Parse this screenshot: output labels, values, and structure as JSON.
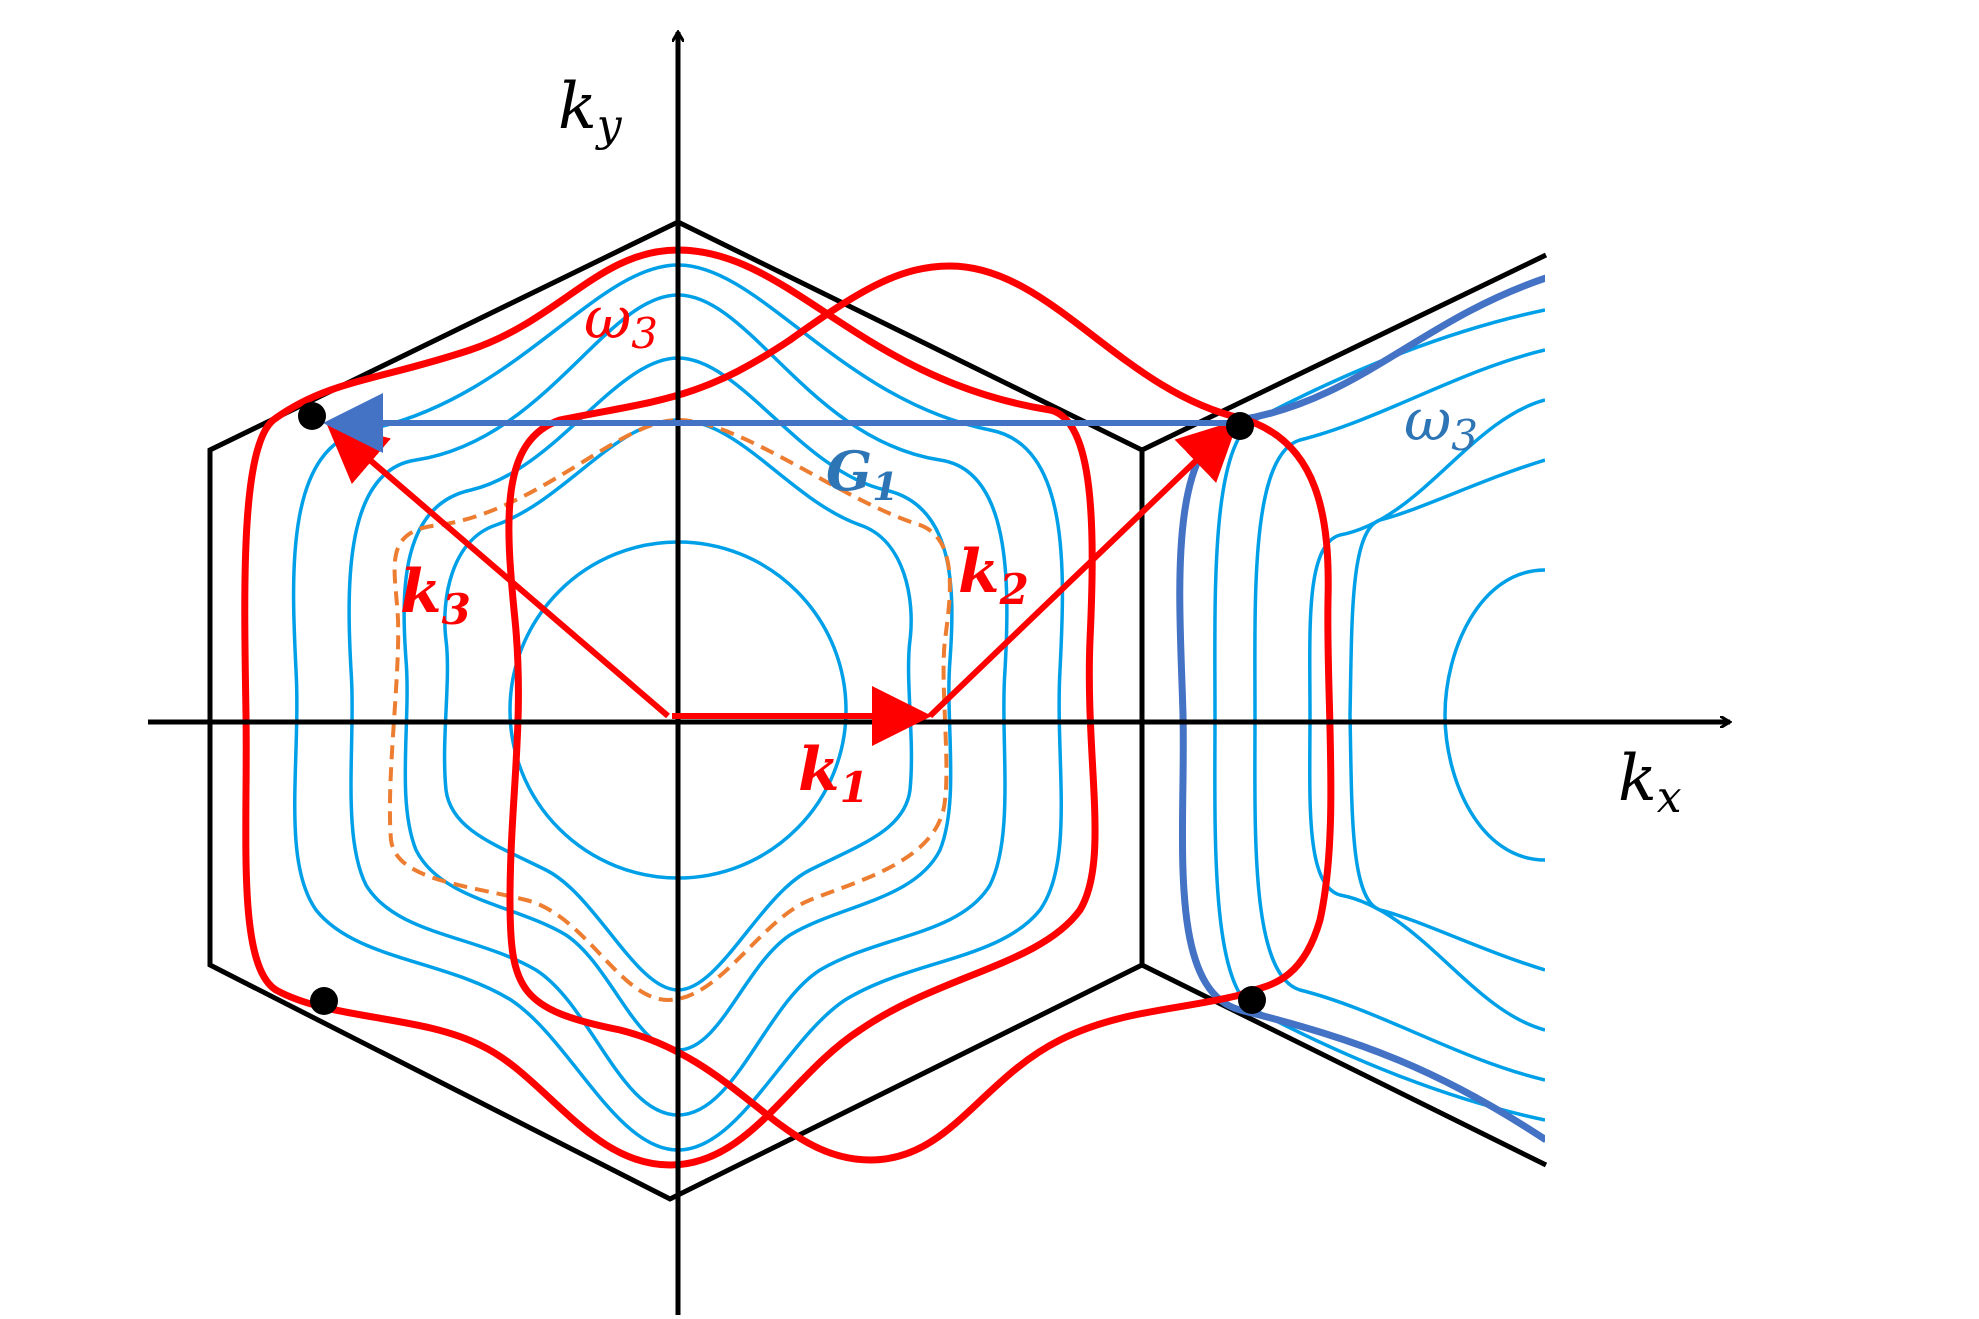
{
  "axes": {
    "x_label_main": "k",
    "x_label_sub": "x",
    "y_label_main": "k",
    "y_label_sub": "y"
  },
  "vectors": {
    "k1_main": "k",
    "k1_sub": "1",
    "k2_main": "k",
    "k2_sub": "2",
    "k3_main": "k",
    "k3_sub": "3",
    "g1_main": "G",
    "g1_sub": "1"
  },
  "contours": {
    "red_omega_main": "ω",
    "red_omega_sub": "3",
    "blue_omega_main": "ω",
    "blue_omega_sub": "3"
  },
  "colors": {
    "red": "#ff0000",
    "light_blue": "#00a0e8",
    "dark_blue": "#4472c4",
    "orange": "#ed7d31",
    "black": "#000000"
  }
}
